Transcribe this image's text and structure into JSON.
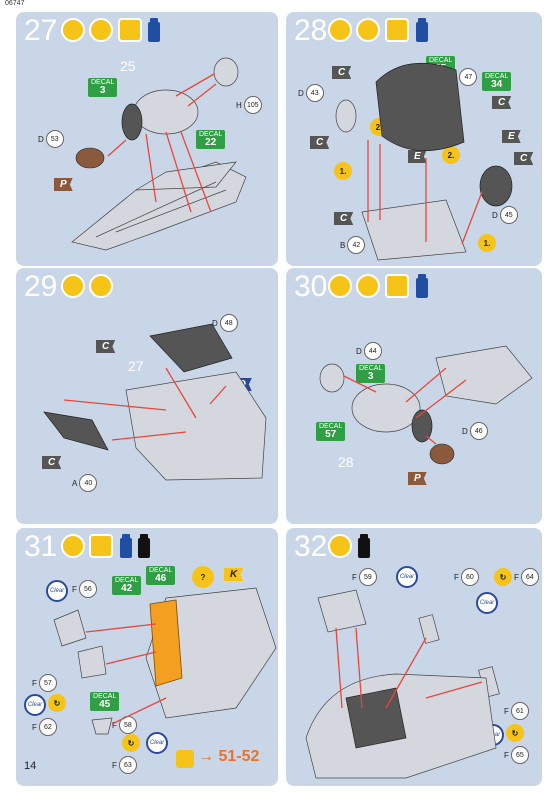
{
  "page": {
    "code": "06747",
    "number": "14",
    "continue": "51-52"
  },
  "steps": [
    {
      "number": "27",
      "label": "25",
      "parts": {
        "a": "D",
        "a_num": "53",
        "b": "H",
        "b_num": "105"
      },
      "decals": [
        "3",
        "22"
      ],
      "tag_p": "P",
      "decal_word": "DECAL"
    },
    {
      "number": "28",
      "parts": {
        "a": "D",
        "a_num": "43",
        "b": "B",
        "b_num": "47",
        "c": "B",
        "c_num": "42",
        "d": "D",
        "d_num": "45"
      },
      "decals": [
        "35",
        "34"
      ],
      "tags": [
        "C",
        "C",
        "C",
        "C",
        "E",
        "E",
        "C"
      ],
      "badges": [
        "2.",
        "1.",
        "2.",
        "1."
      ]
    },
    {
      "number": "29",
      "label": "27",
      "parts": {
        "a": "D",
        "a_num": "48",
        "b": "A",
        "b_num": "40"
      },
      "tags": [
        "C",
        "C"
      ],
      "tag_o": "O"
    },
    {
      "number": "30",
      "label": "28",
      "parts": {
        "a": "D",
        "a_num": "44",
        "b": "D",
        "b_num": "46"
      },
      "decals": [
        "3",
        "57"
      ],
      "tag_p": "P"
    },
    {
      "number": "31",
      "parts": {
        "a": "F",
        "a_num": "56",
        "b": "F",
        "b_num": "57",
        "c": "F",
        "c_num": "62",
        "d": "F",
        "d_num": "58",
        "e": "F",
        "e_num": "63"
      },
      "decals": [
        "42",
        "46",
        "45"
      ],
      "tag_k": "K",
      "clear": "Clear"
    },
    {
      "number": "32",
      "parts": {
        "a": "F",
        "a_num": "59",
        "b": "F",
        "b_num": "60",
        "c": "F",
        "c_num": "64",
        "d": "F",
        "d_num": "61",
        "e": "F",
        "e_num": "65"
      },
      "clear": "Clear"
    }
  ]
}
